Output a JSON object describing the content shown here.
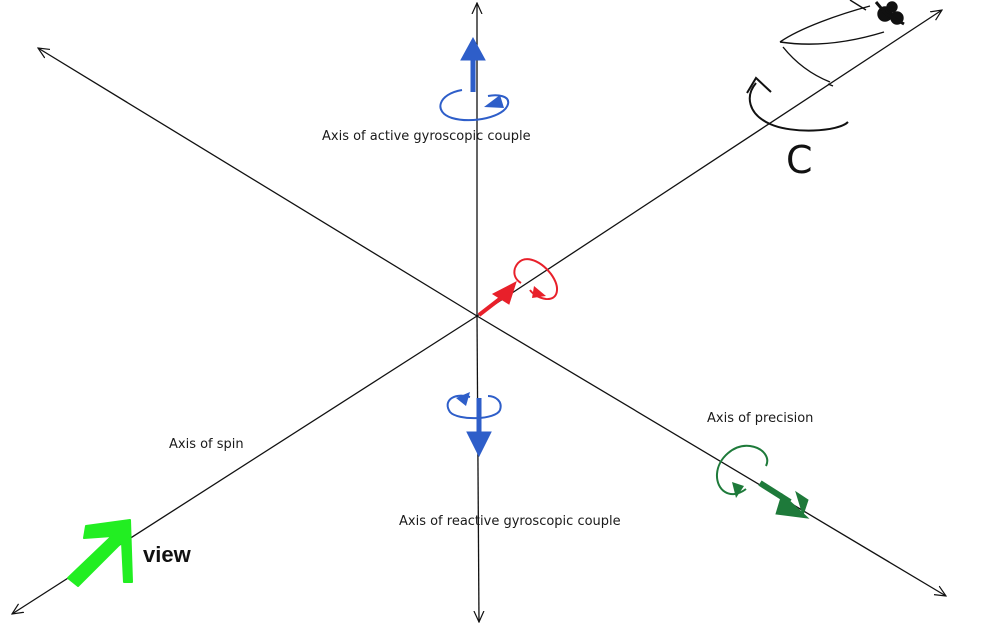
{
  "labels": {
    "active_couple": "Axis of active gyroscopic couple",
    "reactive_couple": "Axis of reactive gyroscopic couple",
    "spin": "Axis of spin",
    "precession": "Axis of precision",
    "view": "view",
    "couple_symbol": "C"
  },
  "colors": {
    "axis": "#111111",
    "active_couple": "#2e5ec9",
    "reactive_couple": "#2e5ec9",
    "spin": "#e8202a",
    "precession": "#1e7a3a",
    "view_arrow": "#22ee22"
  }
}
